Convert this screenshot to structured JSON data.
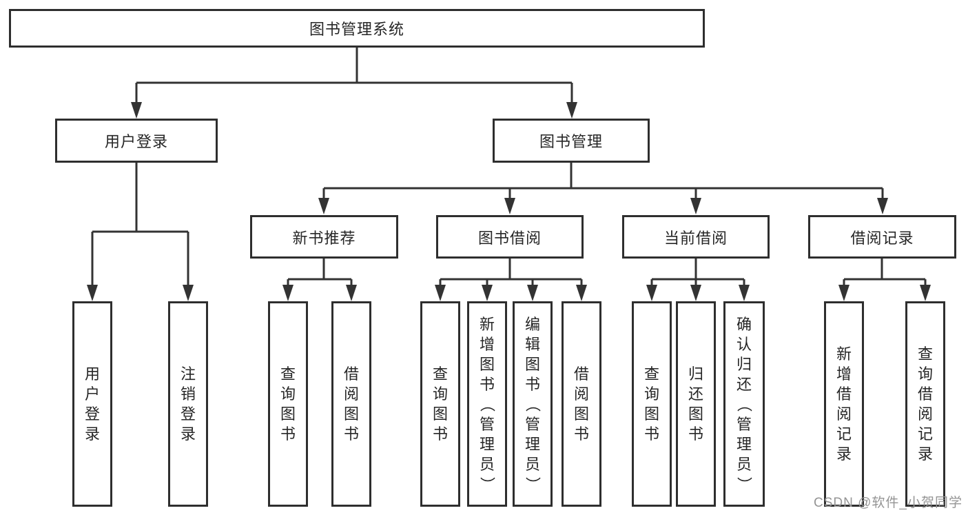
{
  "diagram": {
    "root": {
      "label": "图书管理系统"
    },
    "branches": [
      {
        "label": "用户登录",
        "leaves": [
          "用户登录",
          "注销登录"
        ]
      },
      {
        "label": "图书管理",
        "groups": [
          {
            "label": "新书推荐",
            "leaves": [
              "查询图书",
              "借阅图书"
            ]
          },
          {
            "label": "图书借阅",
            "leaves": [
              "查询图书",
              "新增图书（管理员）",
              "编辑图书（管理员）",
              "借阅图书"
            ]
          },
          {
            "label": "当前借阅",
            "leaves": [
              "查询图书",
              "归还图书",
              "确认归还（管理员）"
            ]
          },
          {
            "label": "借阅记录",
            "leaves": [
              "新增借阅记录",
              "查询借阅记录"
            ]
          }
        ]
      }
    ]
  },
  "watermark": {
    "text": "CSDN @软件_小贺同学"
  },
  "colors": {
    "line": "#333333",
    "box_border": "#2e2e2e",
    "box_fill": "#ffffff",
    "text": "#262626",
    "background": "#ffffff",
    "watermark": "#949494"
  }
}
